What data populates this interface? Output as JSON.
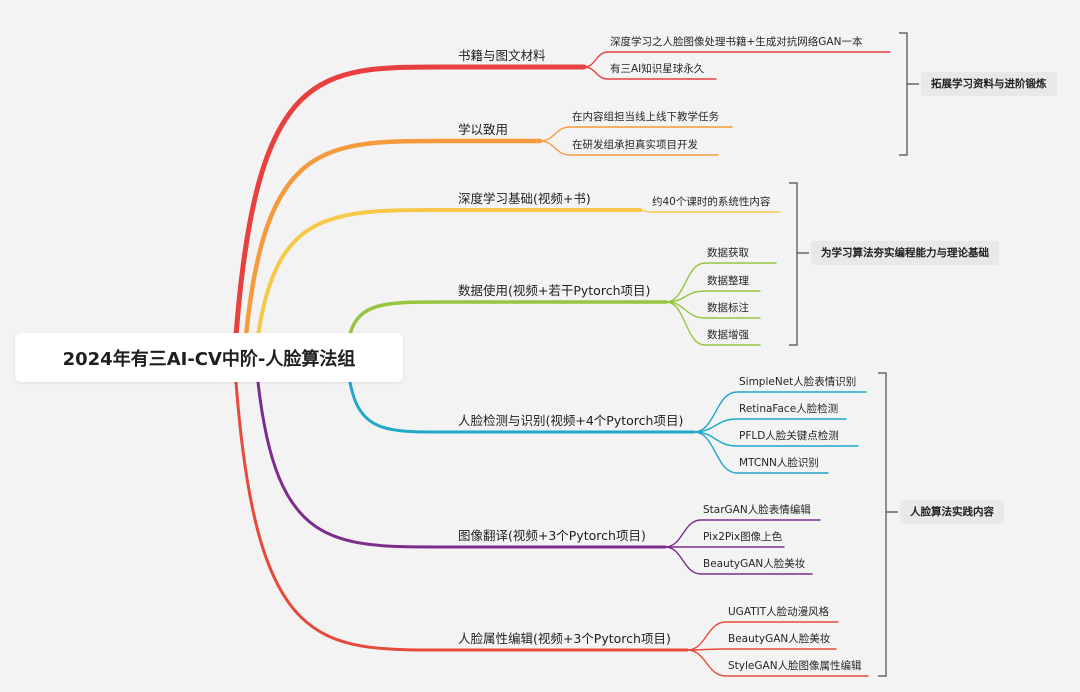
{
  "root": {
    "title": "2024年有三AI-CV中阶-人脸算法组"
  },
  "colors": {
    "red": "#e8403f",
    "orange": "#f59b3d",
    "yellow": "#f7c948",
    "green": "#96c53f",
    "blue": "#1fa8c9",
    "purple": "#7b2c8c",
    "red2": "#e64a3a"
  },
  "branches": [
    {
      "label": "书籍与图文材料",
      "color": "red",
      "children": [
        "深度学习之人脸图像处理书籍+生成对抗网络GAN一本",
        "有三AI知识星球永久"
      ]
    },
    {
      "label": "学以致用",
      "color": "orange",
      "children": [
        "在内容组担当线上线下教学任务",
        "在研发组承担真实项目开发"
      ]
    },
    {
      "label": "深度学习基础(视频+书)",
      "color": "yellow",
      "children": [
        "约40个课时的系统性内容"
      ]
    },
    {
      "label": "数据使用(视频+若干Pytorch项目)",
      "color": "green",
      "children": [
        "数据获取",
        "数据整理",
        "数据标注",
        "数据增强"
      ]
    },
    {
      "label": "人脸检测与识别(视频+4个Pytorch项目)",
      "color": "blue",
      "children": [
        "SimpleNet人脸表情识别",
        "RetinaFace人脸检测",
        "PFLD人脸关键点检测",
        "MTCNN人脸识别"
      ]
    },
    {
      "label": "图像翻译(视频+3个Pytorch项目)",
      "color": "purple",
      "children": [
        "StarGAN人脸表情编辑",
        "Pix2Pix图像上色",
        "BeautyGAN人脸美妆"
      ]
    },
    {
      "label": "人脸属性编辑(视频+3个Pytorch项目)",
      "color": "red2",
      "children": [
        "UGATIT人脸动漫风格",
        "BeautyGAN人脸美妆",
        "StyleGAN人脸图像属性编辑"
      ]
    }
  ],
  "summaries": [
    {
      "label": "拓展学习资料与进阶锻炼"
    },
    {
      "label": "为学习算法夯实编程能力与理论基础"
    },
    {
      "label": "人脸算法实践内容"
    }
  ]
}
